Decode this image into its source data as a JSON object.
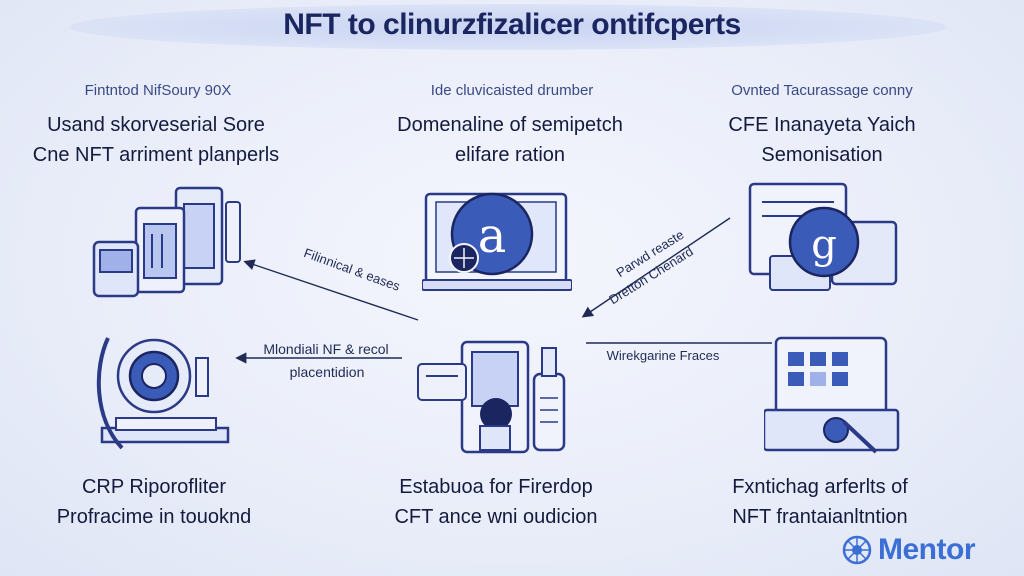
{
  "title": "NFT to clinurzfizalicer ontifcperts",
  "columns": [
    {
      "heading": "Fintntod NifSoury 90X",
      "label_lines": [
        "Usand skorveserial Sore",
        "Cne NFT arriment planperls"
      ]
    },
    {
      "heading": "Ide cluvicaisted drumber",
      "label_lines": [
        "Domenaline of semipetch",
        "elifare ration"
      ]
    },
    {
      "heading": "Ovnted Tacurassage conny",
      "label_lines": [
        "CFE Inanayeta Yaich",
        "Semonisation"
      ]
    }
  ],
  "bottom_labels": [
    {
      "lines": [
        "CRP Riporofliter",
        "Profracime in touoknd"
      ]
    },
    {
      "lines": [
        "Estabuoa for Firerdop",
        "CFT ance wni oudicion"
      ]
    },
    {
      "lines": [
        "Fxntichag arferlts of",
        "NFT frantaianltntion"
      ]
    }
  ],
  "connectors": {
    "top_left": "Filinnical & eases",
    "top_right_1": "Parwd reaste",
    "top_right_2": "Dretton Chenard",
    "middle_left_1": "Mlondiali NF & recol",
    "middle_left_2": "placentidion",
    "middle_right": "Wirekgarine Fraces"
  },
  "brand": {
    "name": "Mentor",
    "icon": "mentor-logo-icon"
  },
  "colors": {
    "accent": "#3b5bb8",
    "dark": "#1b2560",
    "light": "#c9d4f2"
  }
}
